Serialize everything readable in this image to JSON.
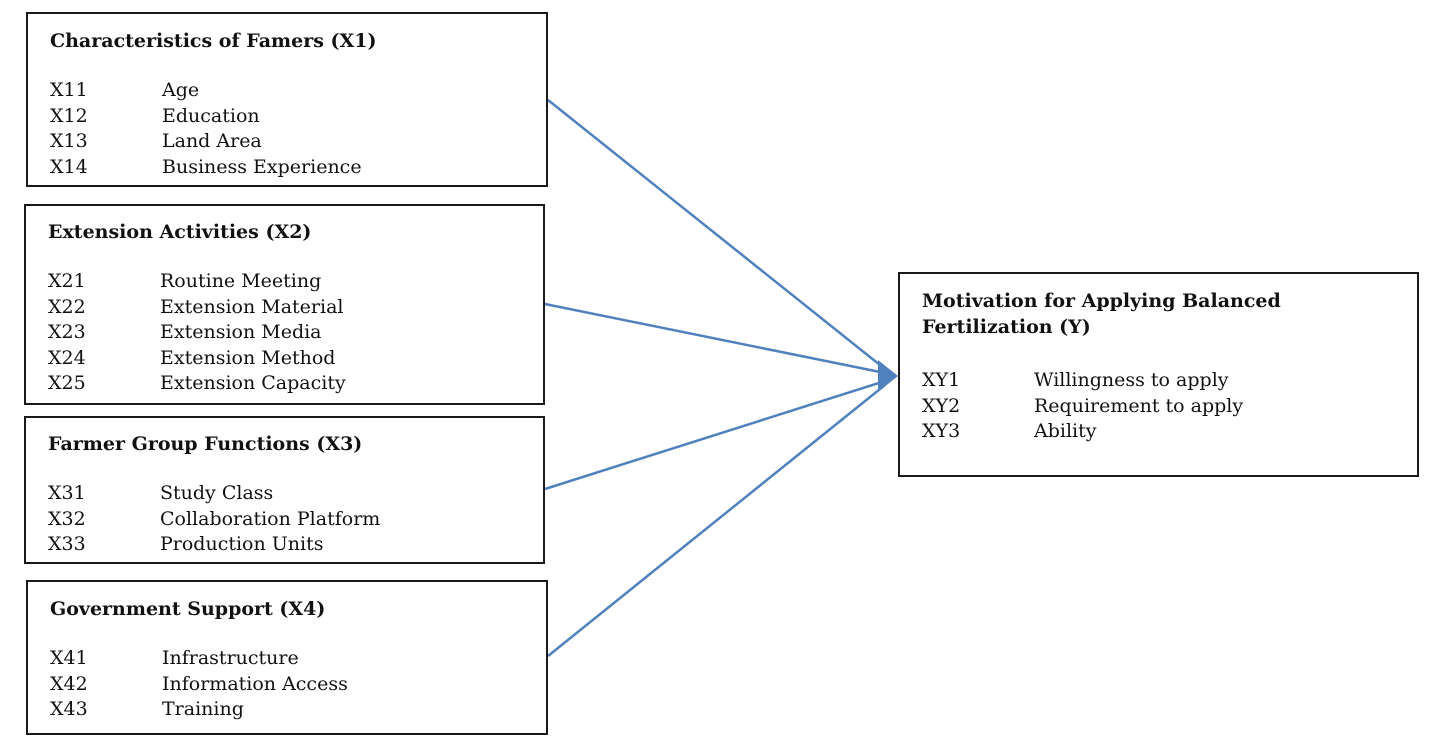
{
  "boxes": {
    "x1": {
      "title": "Characteristics of Famers (X1)",
      "rows": [
        {
          "code": "X11",
          "label": "Age"
        },
        {
          "code": "X12",
          "label": "Education"
        },
        {
          "code": "X13",
          "label": "Land Area"
        },
        {
          "code": "X14",
          "label": "Business Experience"
        }
      ]
    },
    "x2": {
      "title": "Extension Activities (X2)",
      "rows": [
        {
          "code": "X21",
          "label": "Routine Meeting"
        },
        {
          "code": "X22",
          "label": "Extension Material"
        },
        {
          "code": "X23",
          "label": "Extension Media"
        },
        {
          "code": "X24",
          "label": "Extension Method"
        },
        {
          "code": "X25",
          "label": "Extension Capacity"
        }
      ]
    },
    "x3": {
      "title": "Farmer Group Functions (X3)",
      "rows": [
        {
          "code": "X31",
          "label": "Study Class"
        },
        {
          "code": "X32",
          "label": "Collaboration Platform"
        },
        {
          "code": "X33",
          "label": "Production Units"
        }
      ]
    },
    "x4": {
      "title": "Government Support (X4)",
      "rows": [
        {
          "code": "X41",
          "label": "Infrastructure"
        },
        {
          "code": "X42",
          "label": "Information Access"
        },
        {
          "code": "X43",
          "label": "Training"
        }
      ]
    },
    "y": {
      "title": "Motivation for Applying Balanced Fertilization (Y)",
      "rows": [
        {
          "code": "XY1",
          "label": "Willingness to apply"
        },
        {
          "code": "XY2",
          "label": "Requirement to apply"
        },
        {
          "code": "XY3",
          "label": "Ability"
        }
      ]
    }
  },
  "colors": {
    "box_border": "#1a1a1a",
    "arrow": "#4f81bd",
    "text": "#111111"
  }
}
